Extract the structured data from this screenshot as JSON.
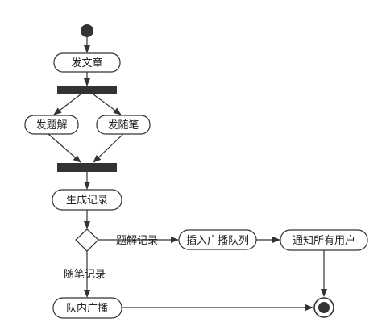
{
  "nodes": {
    "publish": "发文章",
    "publish_question": "发题解",
    "publish_note": "发随笔",
    "generate_record": "生成记录",
    "insert_queue": "插入广播队列",
    "notify_all": "通知所有用户",
    "team_broadcast": "队内广播"
  },
  "edge_labels": {
    "question_record": "题解记录",
    "note_record": "随笔记录"
  },
  "colors": {
    "line": "#333333",
    "bar": "#333333",
    "node_fill": "#ffffff"
  }
}
